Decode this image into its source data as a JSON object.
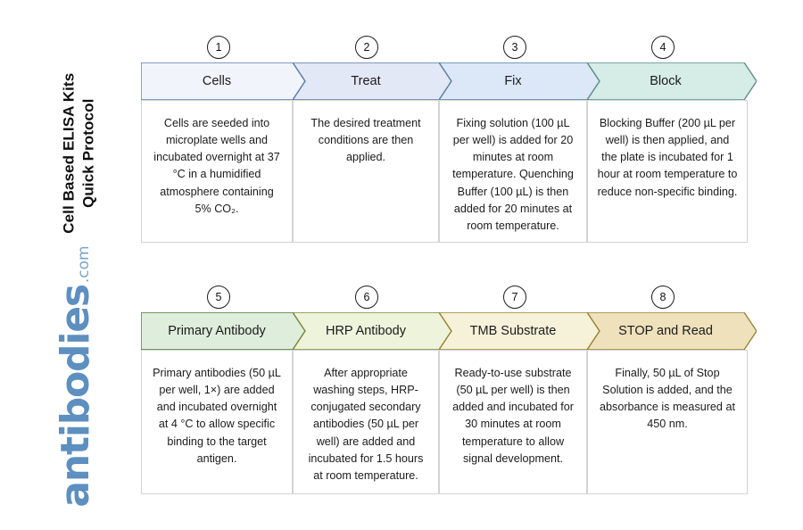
{
  "document": {
    "side_title": "Cell Based ELISA Kits\nQuick Protocol",
    "logo_main": "antibodies",
    "logo_domain": ".com"
  },
  "colors": {
    "logo_blue": "#5d8fc0",
    "row1_border": "#5b7fa6",
    "row2_border": "#7d8a3a",
    "row2_border_warm": "#9a8438",
    "body_border": "#d3d3d3",
    "text": "#1b1b1b"
  },
  "rows": [
    {
      "id": "row-1",
      "steps": [
        {
          "number": "1",
          "title": "Cells",
          "fill": "#f1f5fb",
          "stroke": "#5b7fa6",
          "body": "Cells are seeded into microplate wells and incubated overnight at 37 °C in a humidified atmosphere containing 5% CO₂."
        },
        {
          "number": "2",
          "title": "Treat",
          "fill": "#e2e8f6",
          "stroke": "#5b7fa6",
          "body": "The desired treatment conditions are then applied."
        },
        {
          "number": "3",
          "title": "Fix",
          "fill": "#dce8f8",
          "stroke": "#5b7fa6",
          "body": "Fixing solution (100 µL per well) is added for 20 minutes at room temperature. Quenching Buffer (100 µL) is then added for 20 minutes at room temperature."
        },
        {
          "number": "4",
          "title": "Block",
          "fill": "#d5ece7",
          "stroke": "#5f8f84",
          "body": "Blocking Buffer (200 µL per well) is then applied, and the plate is incubated for 1 hour at room temperature to reduce non-specific binding."
        }
      ]
    },
    {
      "id": "row-2",
      "steps": [
        {
          "number": "5",
          "title": "Primary Antibody",
          "fill": "#dfeedc",
          "stroke": "#4f7a3a",
          "body": "Primary antibodies (50 µL per well, 1×) are added and incubated overnight at 4 °C to allow specific binding to the target antigen."
        },
        {
          "number": "6",
          "title": "HRP Antibody",
          "fill": "#eef3dc",
          "stroke": "#7d8a3a",
          "body": "After appropriate washing steps, HRP-conjugated secondary antibodies (50 µL per well) are added and incubated for 1.5 hours at room temperature."
        },
        {
          "number": "7",
          "title": "TMB Substrate",
          "fill": "#f6f1d9",
          "stroke": "#9a8438",
          "body": "Ready-to-use substrate (50 µL per well) is then added and incubated for 30 minutes at room temperature to allow signal development."
        },
        {
          "number": "8",
          "title": "STOP and Read",
          "fill": "#eee1bc",
          "stroke": "#9a8438",
          "body": "Finally, 50 µL of Stop Solution is added, and the absorbance is measured at 450 nm."
        }
      ]
    }
  ]
}
